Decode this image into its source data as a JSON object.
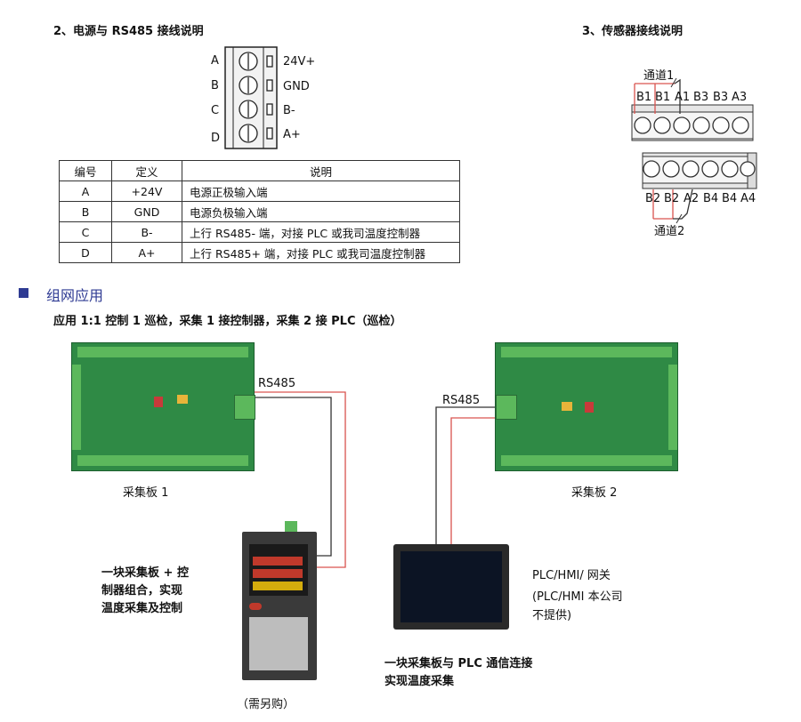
{
  "power": {
    "heading": "2、电源与 RS485 接线说明",
    "pin_letters": [
      "A",
      "B",
      "C",
      "D"
    ],
    "pin_labels": [
      "24V+",
      "GND",
      "B-",
      "A+"
    ]
  },
  "spec_table": {
    "headers": [
      "编号",
      "定义",
      "说明"
    ],
    "rows": [
      {
        "id": "A",
        "def": "+24V",
        "desc": "电源正极输入端"
      },
      {
        "id": "B",
        "def": "GND",
        "desc": "电源负极输入端"
      },
      {
        "id": "C",
        "def": "B-",
        "desc": "上行 RS485- 端，对接 PLC 或我司温度控制器"
      },
      {
        "id": "D",
        "def": "A+",
        "desc": "上行 RS485+ 端，对接 PLC 或我司温度控制器"
      }
    ]
  },
  "sensor": {
    "heading": "3、传感器接线说明",
    "channel1": "通道1",
    "channel2": "通道2",
    "top_pins": [
      "B1",
      "B1",
      "A1",
      "B3",
      "B3",
      "A3"
    ],
    "bottom_pins": [
      "B2",
      "B2",
      "A2",
      "B4",
      "B4",
      "A4"
    ]
  },
  "network": {
    "title": "组网应用",
    "subtitle": "应用 1:1 控制 1 巡检，采集 1 接控制器，采集 2 接 PLC（巡检）",
    "rs485_left": "RS485",
    "rs485_right": "RS485",
    "board1_label": "采集板 1",
    "board2_label": "采集板 2",
    "controller_desc": [
      "一块采集板 + 控",
      "制器组合，实现",
      "温度采集及控制"
    ],
    "controller_note": "（需另购）",
    "plc_title": "PLC/HMI/ 网关",
    "plc_note": [
      "(PLC/HMI 本公司",
      "不提供)"
    ],
    "plc_desc": [
      "一块采集板与 PLC 通信连接",
      "实现温度采集"
    ]
  },
  "colors": {
    "accent": "#2f3b93",
    "wire_red": "#d9534f",
    "wire_dark": "#333333",
    "pcb_green": "#2f8a45",
    "terminal_green": "#5cb85c"
  }
}
